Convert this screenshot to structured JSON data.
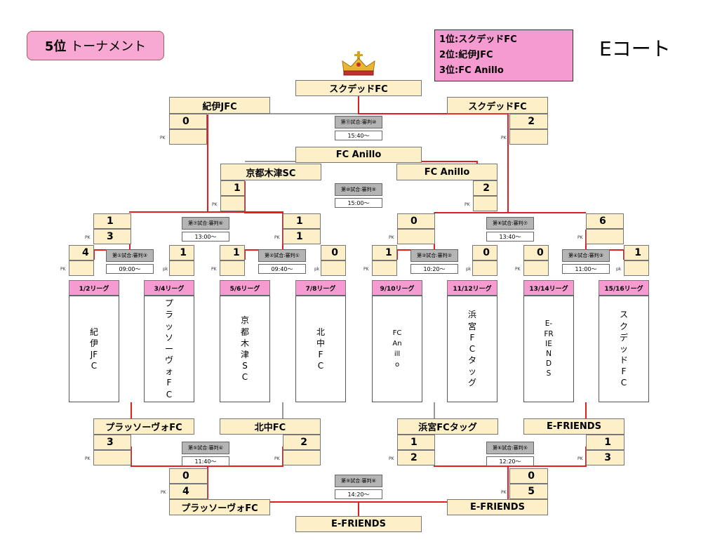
{
  "title": {
    "rank": "5位",
    "text": "トーナメント"
  },
  "results": {
    "first": "1位:スクデッドFC",
    "second": "2位:紀伊JFC",
    "third": "3位:FC Anillo"
  },
  "court": "Eコート",
  "crown_icon": "crown-icon",
  "colors": {
    "pink": "#f59bd2",
    "cream": "#fdf0c8",
    "line": "#e02020"
  },
  "pk_label": "PK",
  "pk_lower_label": "pk",
  "leagues": [
    "1/2リーグ",
    "3/4リーグ",
    "5/6リーグ",
    "7/8リーグ",
    "9/10リーグ",
    "11/12リーグ",
    "13/14リーグ",
    "15/16リーグ"
  ],
  "teams": [
    "紀伊JFC",
    "プラッソーヴォFC",
    "京都木津SC",
    "北中FC",
    "FC Anillo",
    "浜宮FCタッグ",
    "E-FRIENDS",
    "スクデッドFC"
  ],
  "matches": {
    "m1": {
      "label": "第①試合:審判③",
      "time": "09:00〜",
      "score_left": "4",
      "score_right": "1"
    },
    "m2": {
      "label": "第②試合:審判①",
      "time": "09:40〜",
      "score_left": "1",
      "score_right": "0"
    },
    "m3": {
      "label": "第③試合:審判②",
      "time": "10:20〜",
      "score_left": "1",
      "score_right": "0"
    },
    "m4": {
      "label": "第④試合:審判③",
      "time": "11:00〜",
      "score_left": "0",
      "score_right": "1"
    },
    "m5": {
      "label": "第⑤試合:審判④",
      "time": "11:40〜",
      "team_left": "プラッソーヴォFC",
      "team_right": "北中FC",
      "score_left": "3",
      "score_right": "2"
    },
    "m6": {
      "label": "第⑥試合:審判⑤",
      "time": "12:20〜",
      "team_left": "浜宮FCタッグ",
      "team_right": "E-FRIENDS",
      "score_left": "1",
      "pk_left": "2",
      "score_right": "1",
      "pk_right": "3"
    },
    "m7": {
      "label": "第⑦試合:審判⑥",
      "time": "13:00〜",
      "score_left": "1",
      "pk_left": "3",
      "score_right": "1",
      "pk_right": "1"
    },
    "m8": {
      "label": "第⑧試合:審判⑦",
      "time": "13:40〜",
      "score_left": "0",
      "score_right": "6"
    },
    "m9": {
      "label": "第⑨試合:審判⑧",
      "time": "14:20〜",
      "score_left": "0",
      "pk_left": "4",
      "score_right": "0",
      "pk_right": "5",
      "winner_left": "プラッソーヴォFC",
      "winner_right": "E-FRIENDS",
      "final": "E-FRIENDS"
    },
    "m10": {
      "label": "第⑩試合:審判⑨",
      "time": "15:00〜",
      "team_left": "京都木津SC",
      "team_right": "FC Anillo",
      "score_left": "1",
      "score_right": "2",
      "winner": "FC Anillo"
    },
    "m11": {
      "label": "第⑪試合:審判⑩",
      "time": "15:40〜",
      "team_left": "紀伊JFC",
      "team_right": "スクデッドFC",
      "score_left": "0",
      "score_right": "2",
      "winner": "スクデッドFC"
    }
  }
}
